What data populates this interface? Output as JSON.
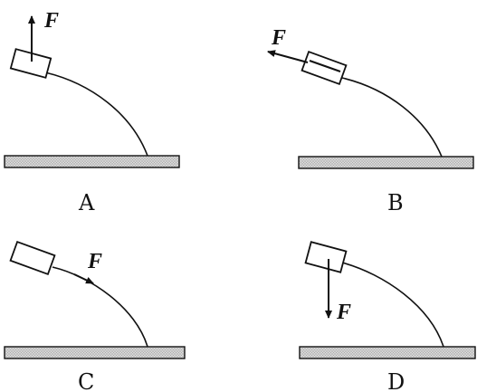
{
  "panels": [
    {
      "id": "A",
      "label": "A",
      "force_label": "F"
    },
    {
      "id": "B",
      "label": "B",
      "force_label": "F"
    },
    {
      "id": "C",
      "label": "C",
      "force_label": "F"
    },
    {
      "id": "D",
      "label": "D",
      "force_label": "F"
    }
  ]
}
